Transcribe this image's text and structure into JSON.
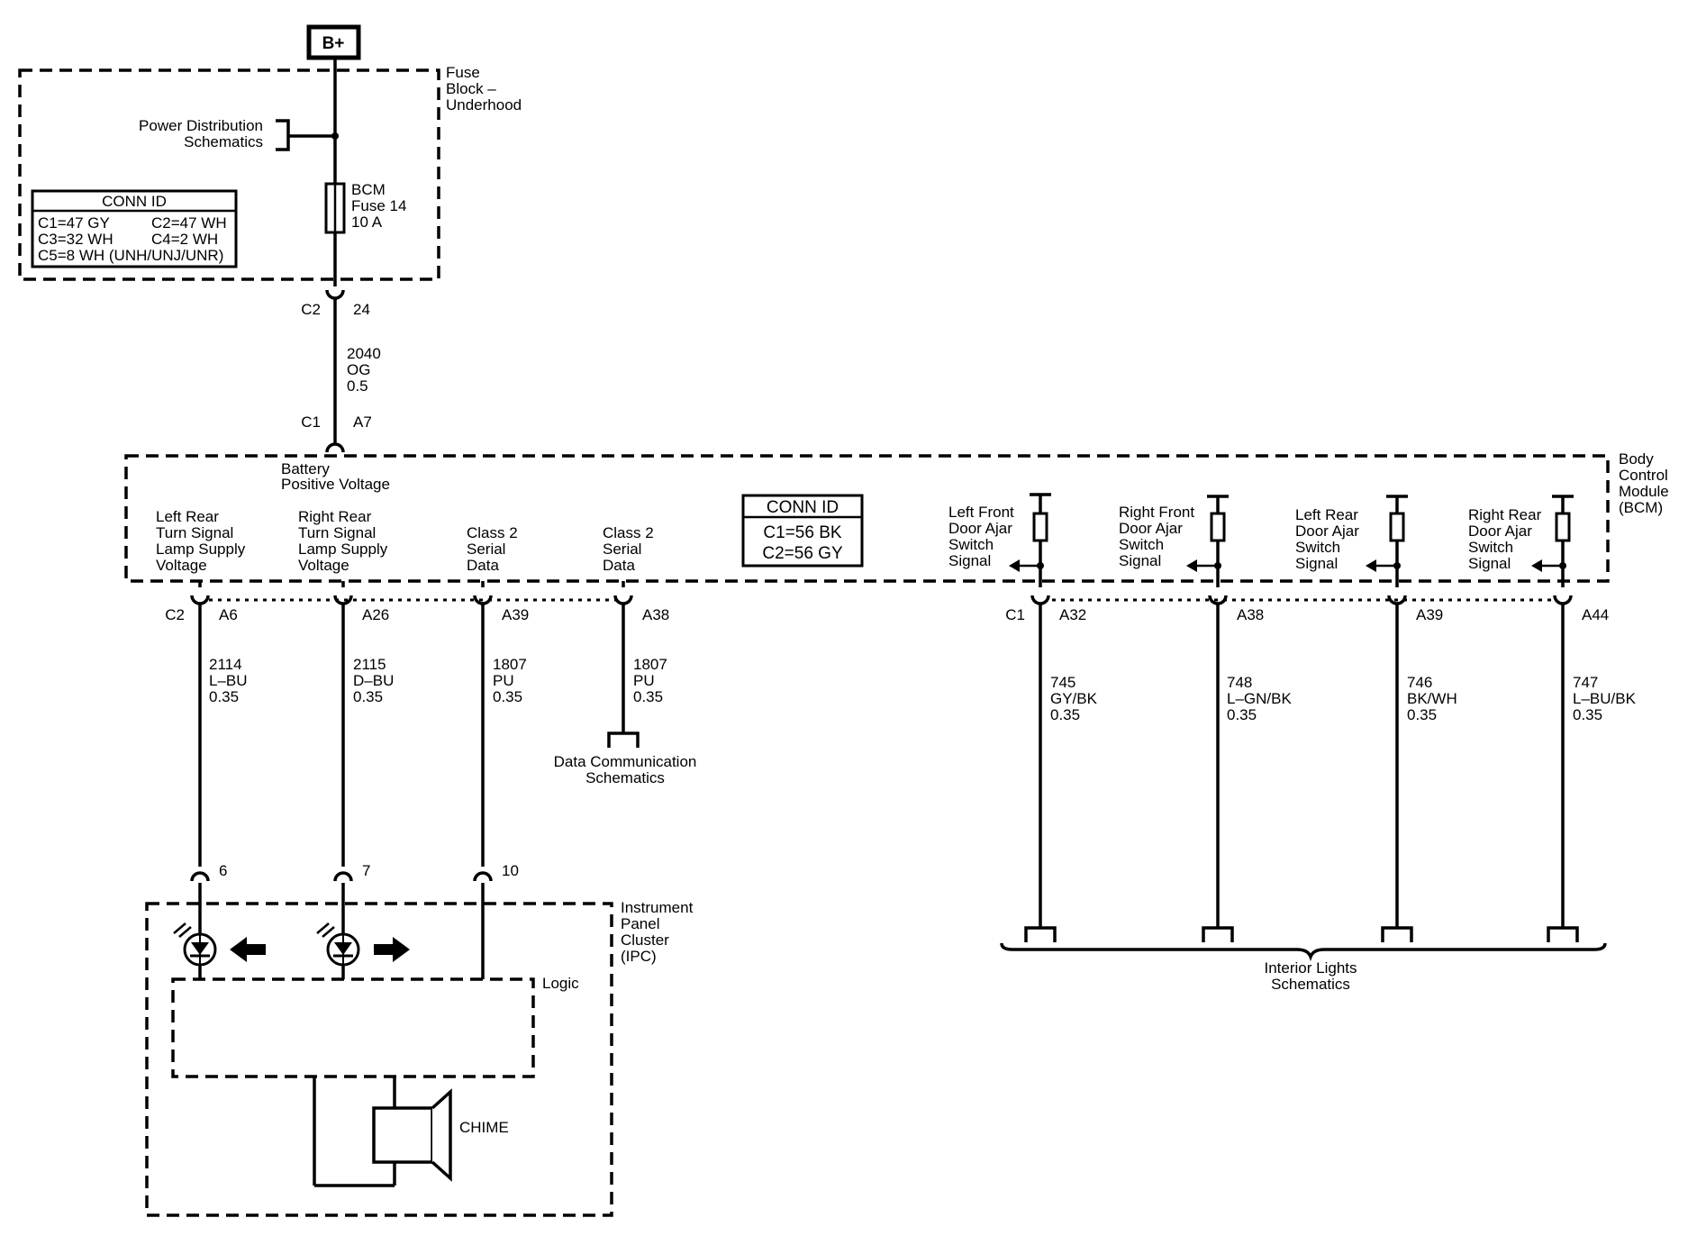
{
  "supply": {
    "label": "B+"
  },
  "fuse_block": {
    "name": [
      "Fuse",
      "Block –",
      "Underhood"
    ],
    "power_ref": [
      "Power Distribution",
      "Schematics"
    ],
    "fuse": [
      "BCM",
      "Fuse 14",
      "10 A"
    ],
    "conn_id": {
      "title": "CONN ID",
      "rows": [
        [
          "C1=47 GY",
          "C2=47 WH"
        ],
        [
          "C3=32 WH",
          "C4=2 WH"
        ],
        [
          "C5=8 WH (UNH/UNJ/UNR)",
          ""
        ]
      ]
    }
  },
  "feed": {
    "top_conn": {
      "connector": "C2",
      "pin": "24"
    },
    "wire": [
      "2040",
      "OG",
      "0.5"
    ],
    "bcm_conn": {
      "connector": "C1",
      "pin": "A7"
    }
  },
  "bcm": {
    "name": [
      "Body",
      "Control",
      "Module",
      "(BCM)"
    ],
    "battery_input": [
      "Battery",
      "Positive Voltage"
    ],
    "conn_id": {
      "title": "CONN ID",
      "rows": [
        "C1=56 BK",
        "C2=56 GY"
      ]
    },
    "left_circuits": [
      {
        "label": [
          "Left Rear",
          "Turn Signal",
          "Lamp Supply",
          "Voltage"
        ],
        "connector": "C2",
        "pin": "A6",
        "wire": [
          "2114",
          "L–BU",
          "0.35"
        ]
      },
      {
        "label": [
          "Right Rear",
          "Turn Signal",
          "Lamp Supply",
          "Voltage"
        ],
        "connector": "",
        "pin": "A26",
        "wire": [
          "2115",
          "D–BU",
          "0.35"
        ]
      },
      {
        "label": [
          "Class 2",
          "Serial",
          "Data"
        ],
        "connector": "",
        "pin": "A39",
        "wire": [
          "1807",
          "PU",
          "0.35"
        ]
      },
      {
        "label": [
          "Class 2",
          "Serial",
          "Data"
        ],
        "connector": "",
        "pin": "A38",
        "wire": [
          "1807",
          "PU",
          "0.35"
        ]
      }
    ],
    "door_switches": [
      {
        "label": [
          "Left Front",
          "Door Ajar",
          "Switch",
          "Signal"
        ],
        "connector": "C1",
        "pin": "A32",
        "wire": [
          "745",
          "GY/BK",
          "0.35"
        ]
      },
      {
        "label": [
          "Right Front",
          "Door Ajar",
          "Switch",
          "Signal"
        ],
        "connector": "",
        "pin": "A38",
        "wire": [
          "748",
          "L–GN/BK",
          "0.35"
        ]
      },
      {
        "label": [
          "Left Rear",
          "Door Ajar",
          "Switch",
          "Signal"
        ],
        "connector": "",
        "pin": "A39",
        "wire": [
          "746",
          "BK/WH",
          "0.35"
        ]
      },
      {
        "label": [
          "Right Rear",
          "Door Ajar",
          "Switch",
          "Signal"
        ],
        "connector": "",
        "pin": "A44",
        "wire": [
          "747",
          "L–BU/BK",
          "0.35"
        ]
      }
    ]
  },
  "data_comm_ref": [
    "Data Communication",
    "Schematics"
  ],
  "interior_ref": [
    "Interior Lights",
    "Schematics"
  ],
  "ipc": {
    "name": [
      "Instrument",
      "Panel",
      "Cluster",
      "(IPC)"
    ],
    "pins": [
      "6",
      "7",
      "10"
    ],
    "logic": "Logic",
    "chime": "CHIME"
  }
}
